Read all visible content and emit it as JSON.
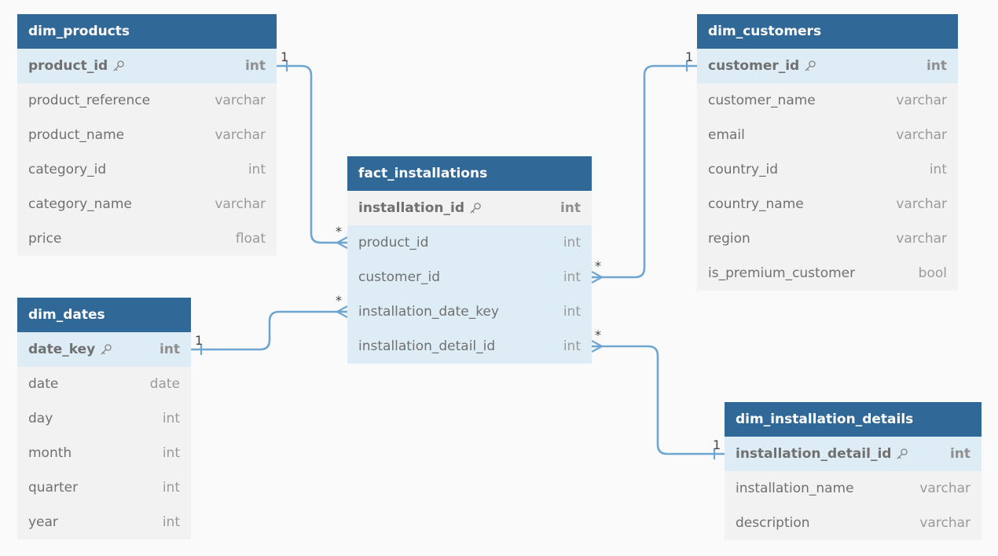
{
  "tables": {
    "dim_products": {
      "name": "dim_products",
      "columns": [
        {
          "name": "product_id",
          "type": "int",
          "pk": true
        },
        {
          "name": "product_reference",
          "type": "varchar"
        },
        {
          "name": "product_name",
          "type": "varchar"
        },
        {
          "name": "category_id",
          "type": "int"
        },
        {
          "name": "category_name",
          "type": "varchar"
        },
        {
          "name": "price",
          "type": "float"
        }
      ]
    },
    "dim_customers": {
      "name": "dim_customers",
      "columns": [
        {
          "name": "customer_id",
          "type": "int",
          "pk": true
        },
        {
          "name": "customer_name",
          "type": "varchar"
        },
        {
          "name": "email",
          "type": "varchar"
        },
        {
          "name": "country_id",
          "type": "int"
        },
        {
          "name": "country_name",
          "type": "varchar"
        },
        {
          "name": "region",
          "type": "varchar"
        },
        {
          "name": "is_premium_customer",
          "type": "bool"
        }
      ]
    },
    "fact_installations": {
      "name": "fact_installations",
      "columns": [
        {
          "name": "installation_id",
          "type": "int",
          "pk": true
        },
        {
          "name": "product_id",
          "type": "int"
        },
        {
          "name": "customer_id",
          "type": "int"
        },
        {
          "name": "installation_date_key",
          "type": "int"
        },
        {
          "name": "installation_detail_id",
          "type": "int"
        }
      ]
    },
    "dim_dates": {
      "name": "dim_dates",
      "columns": [
        {
          "name": "date_key",
          "type": "int",
          "pk": true
        },
        {
          "name": "date",
          "type": "date"
        },
        {
          "name": "day",
          "type": "int"
        },
        {
          "name": "month",
          "type": "int"
        },
        {
          "name": "quarter",
          "type": "int"
        },
        {
          "name": "year",
          "type": "int"
        }
      ]
    },
    "dim_installation_details": {
      "name": "dim_installation_details",
      "columns": [
        {
          "name": "installation_detail_id",
          "type": "int",
          "pk": true
        },
        {
          "name": "installation_name",
          "type": "varchar"
        },
        {
          "name": "description",
          "type": "varchar"
        }
      ]
    }
  },
  "relationships": [
    {
      "from": "dim_products.product_id",
      "to": "fact_installations.product_id",
      "one": "1",
      "many": "*"
    },
    {
      "from": "dim_customers.customer_id",
      "to": "fact_installations.customer_id",
      "one": "1",
      "many": "*"
    },
    {
      "from": "dim_dates.date_key",
      "to": "fact_installations.installation_date_key",
      "one": "1",
      "many": "*"
    },
    {
      "from": "dim_installation_details.installation_detail_id",
      "to": "fact_installations.installation_detail_id",
      "one": "1",
      "many": "*"
    }
  ],
  "colors": {
    "header": "#306898",
    "connector": "#6ea6d2",
    "highlight_row": "#deedf5",
    "row": "#f2f2f2",
    "background": "#fafafa"
  },
  "icons": {
    "primary_key": "key-icon"
  }
}
